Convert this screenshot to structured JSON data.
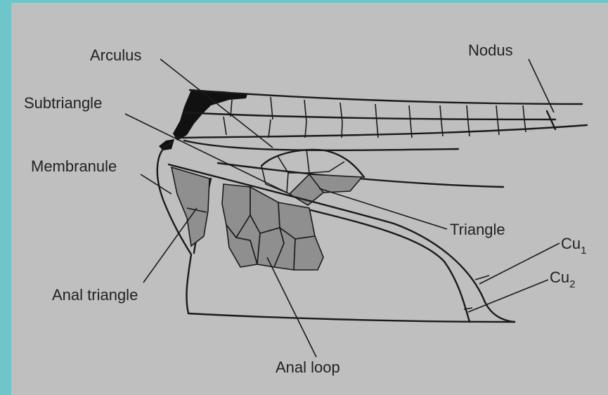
{
  "labels": {
    "arculus": "Arculus",
    "nodus": "Nodus",
    "subtriangle": "Subtriangle",
    "membranule": "Membranule",
    "triangle": "Triangle",
    "cu1_base": "Cu",
    "cu1_sub": "1",
    "cu2_base": "Cu",
    "cu2_sub": "2",
    "anal_triangle": "Anal triangle",
    "anal_loop": "Anal loop"
  },
  "colors": {
    "border": "#6ec6ca",
    "paper": "#bfbfc0",
    "ink": "#1a1a1a",
    "shaded_cell": "#8f8f90"
  }
}
